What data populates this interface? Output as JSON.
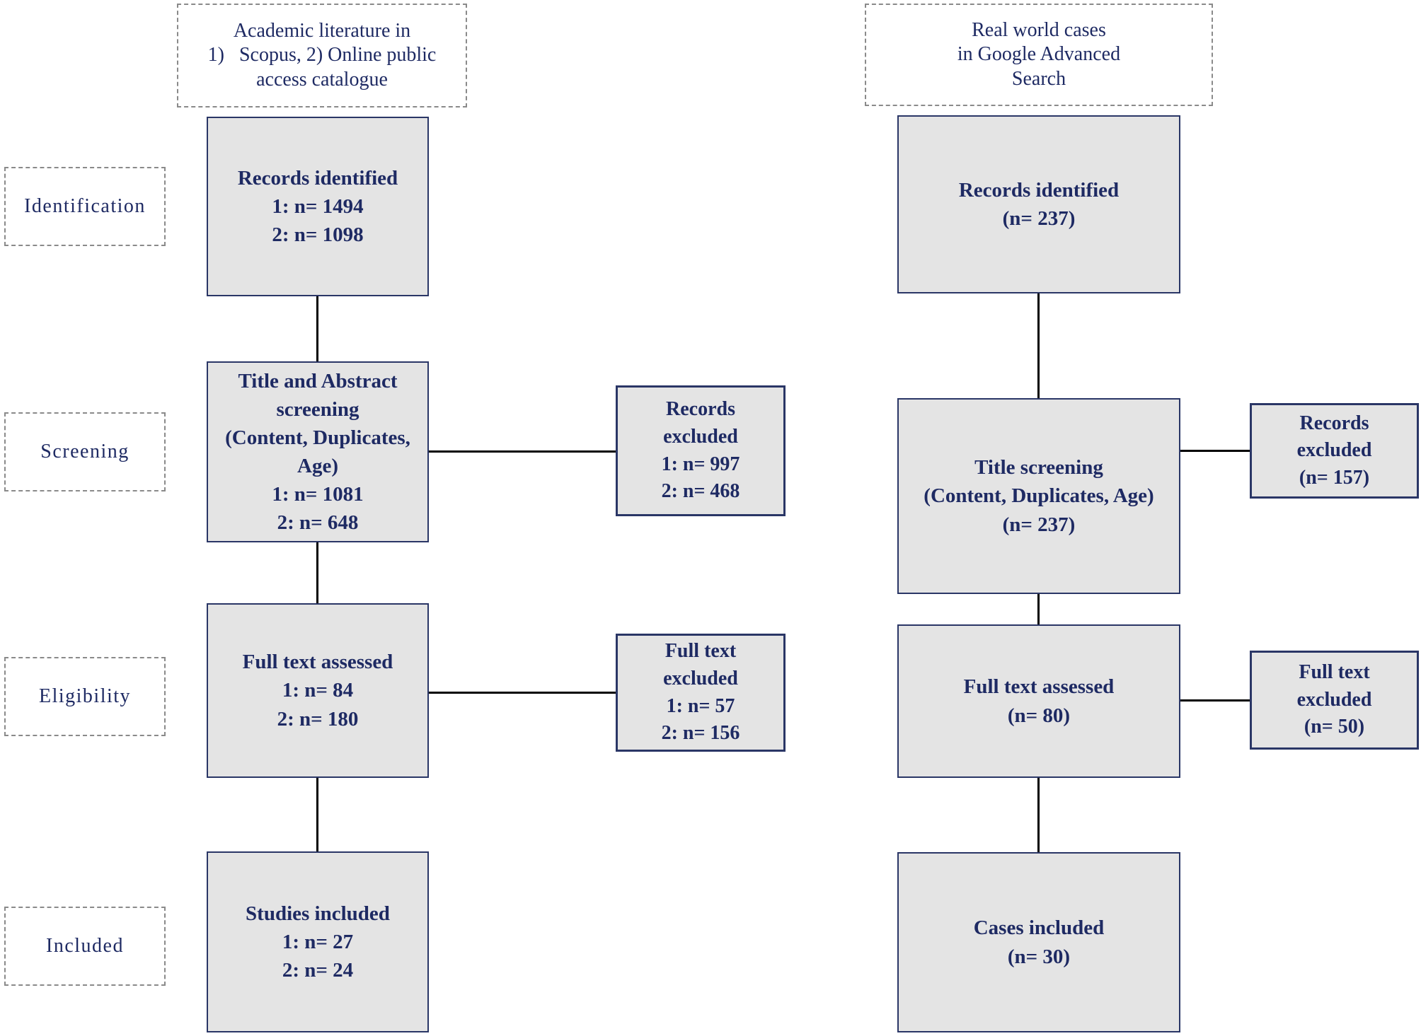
{
  "palette": {
    "text_navy": "#1e2a63",
    "box_fill": "#e4e4e4",
    "box_border": "#2a3666",
    "dashed_border": "#8a8a8a",
    "connector": "#000000",
    "background": "#ffffff"
  },
  "stages": [
    {
      "label": "Identification"
    },
    {
      "label": "Screening"
    },
    {
      "label": "Eligibility"
    },
    {
      "label": "Included"
    }
  ],
  "left": {
    "header": "Academic literature in\n1)   Scopus, 2) Online public\naccess catalogue",
    "boxes": {
      "identification": {
        "text": "Records identified\n1: n= 1494\n2: n= 1098"
      },
      "screening": {
        "text": "Title and Abstract\nscreening\n(Content, Duplicates, Age)\n1: n= 1081\n2: n= 648"
      },
      "screening_excluded": {
        "text": "Records\nexcluded\n1: n= 997\n2: n= 468"
      },
      "eligibility": {
        "text": "Full text assessed\n1: n= 84\n2: n= 180"
      },
      "eligibility_excluded": {
        "text": "Full text\nexcluded\n1: n= 57\n2: n= 156"
      },
      "included": {
        "text": "Studies included\n1: n= 27\n2: n= 24"
      }
    }
  },
  "right": {
    "header": "Real world cases\nin Google Advanced\nSearch",
    "boxes": {
      "identification": {
        "text": "Records identified\n(n= 237)"
      },
      "screening": {
        "text": "Title screening\n(Content, Duplicates, Age)\n(n= 237)"
      },
      "screening_excluded": {
        "text": "Records\nexcluded\n(n= 157)"
      },
      "eligibility": {
        "text": "Full text assessed\n(n= 80)"
      },
      "eligibility_excluded": {
        "text": "Full text\nexcluded\n(n= 50)"
      },
      "included": {
        "text": "Cases included\n(n= 30)"
      }
    }
  }
}
